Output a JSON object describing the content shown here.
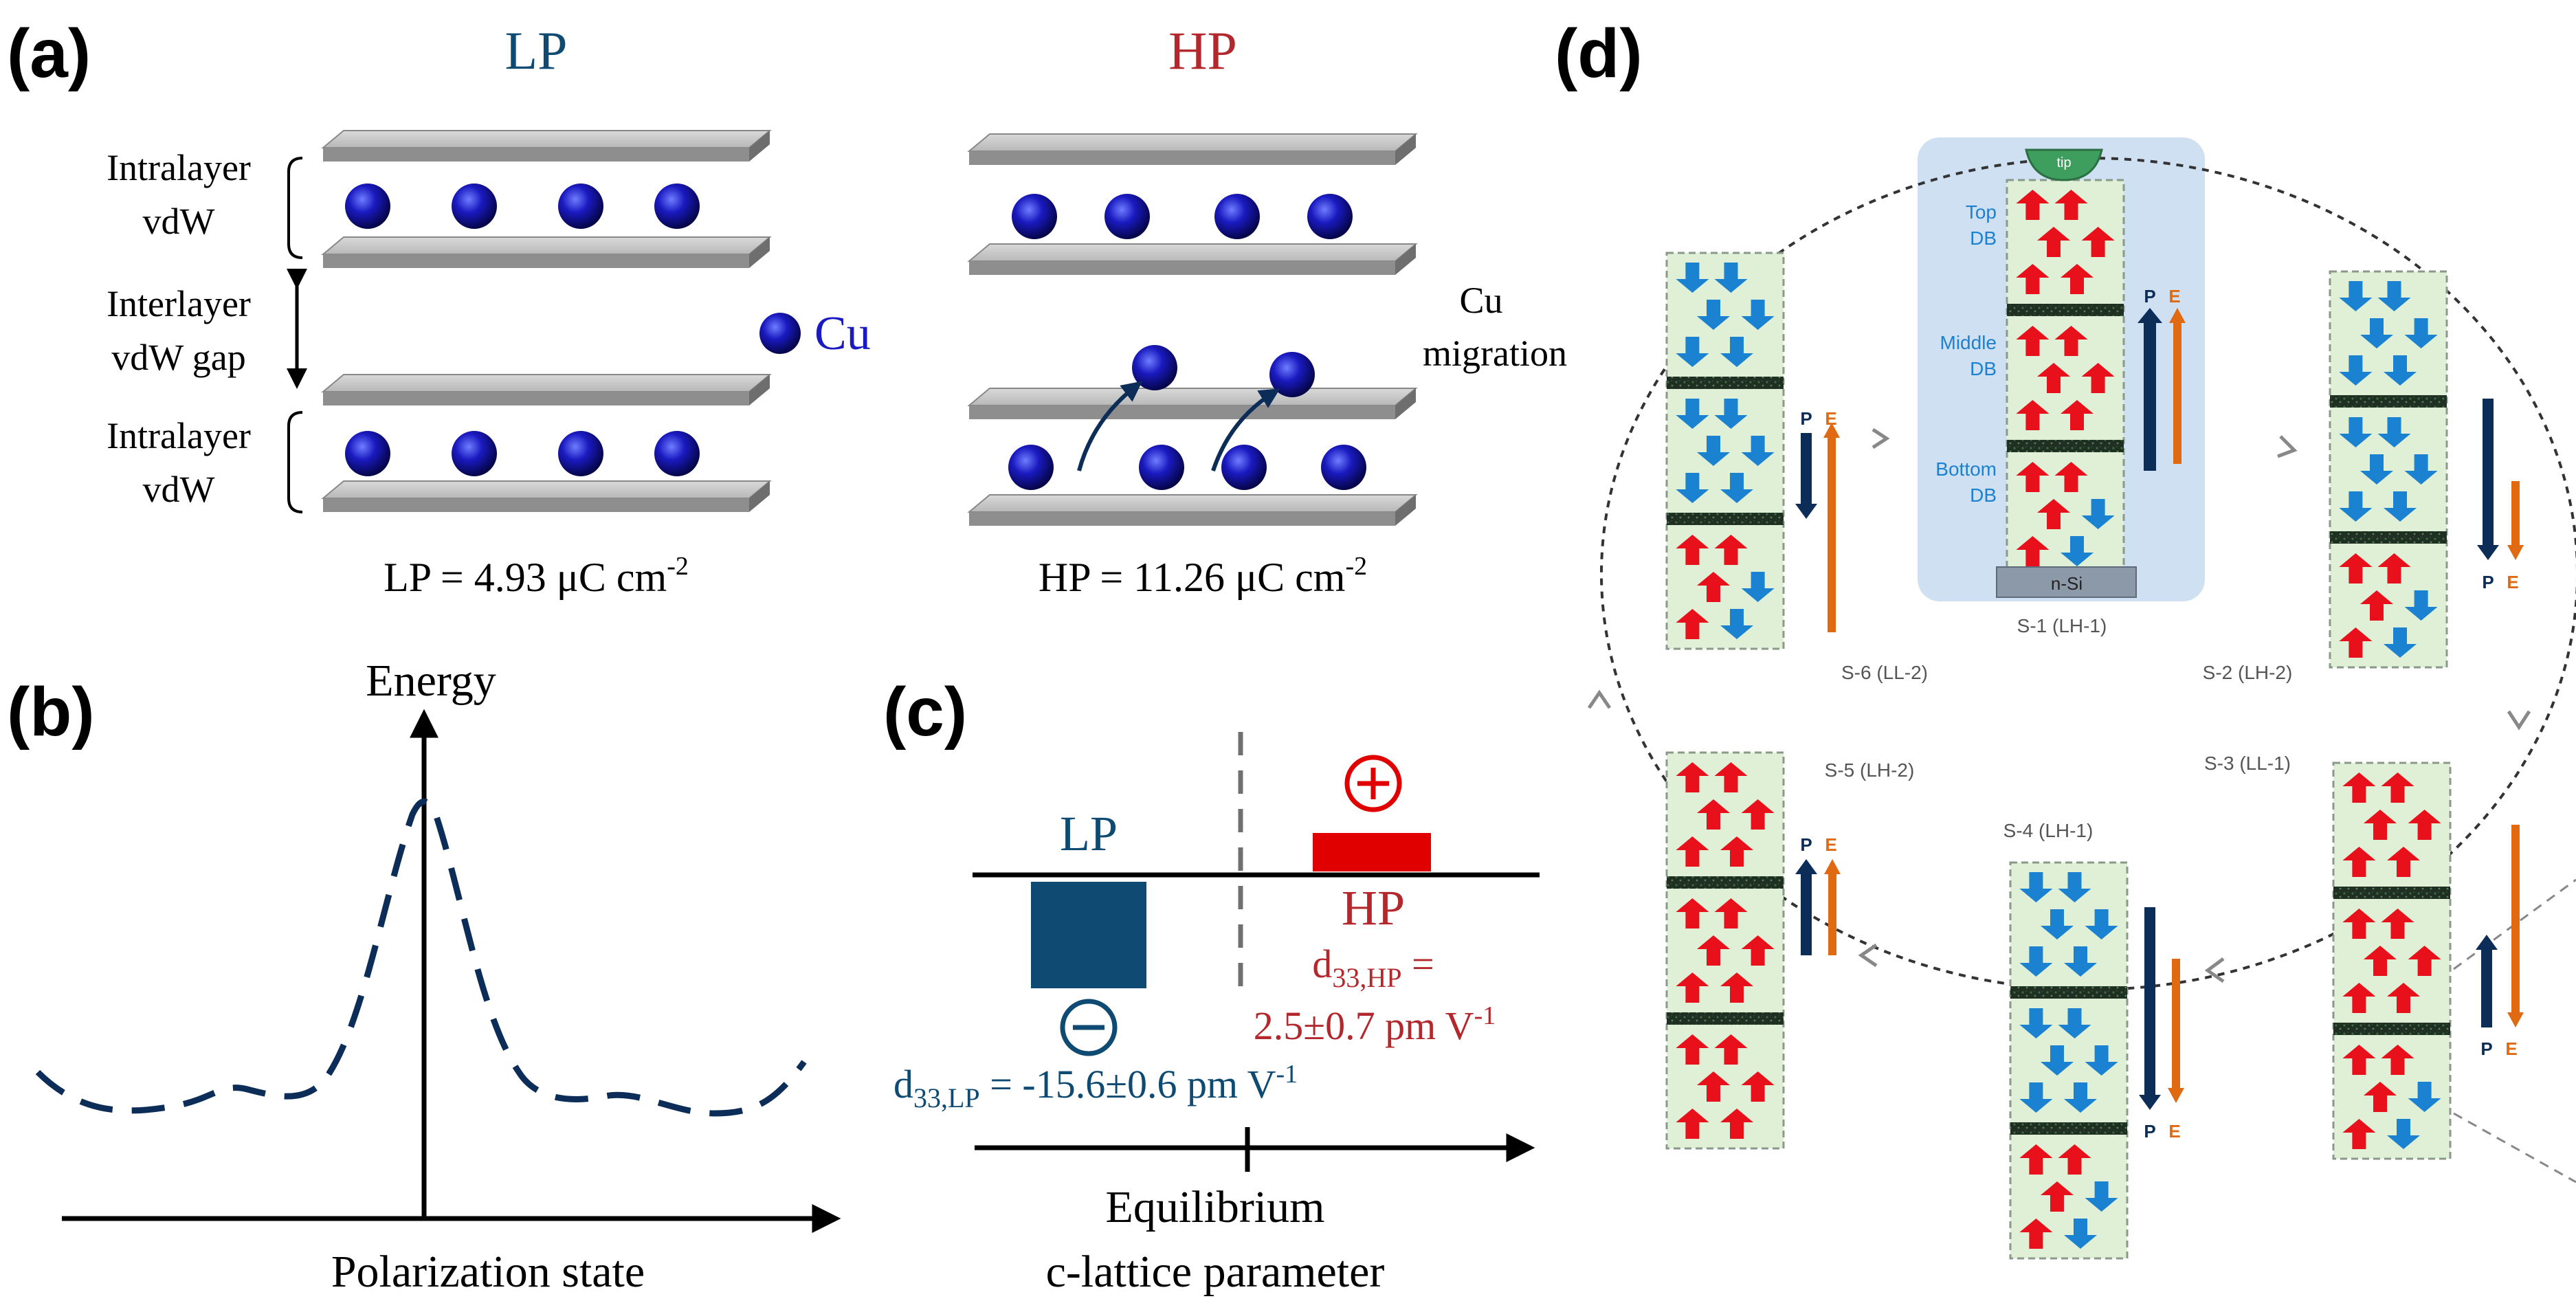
{
  "colors": {
    "lp_blue": "#0e4a72",
    "hp_red": "#b3282d",
    "plate_gray": "#c8c8c8",
    "cu_blue": "#1a1ac0",
    "domain_green": "#dff0d6",
    "arrow_red": "#e8101a",
    "arrow_blue": "#1a82d0",
    "p_navy": "#0c2d57",
    "e_orange": "#e06a12",
    "tip_green": "#3e9e5e",
    "panel_bg": "#cfe0f3"
  },
  "panel_a": {
    "label": "(a)",
    "lp_title": "LP",
    "hp_title": "HP",
    "intralayer_top_1": "Intralayer",
    "intralayer_top_2": "vdW",
    "interlayer_1": "Interlayer",
    "interlayer_2": "vdW gap",
    "intralayer_bot_1": "Intralayer",
    "intralayer_bot_2": "vdW",
    "cu_legend": "Cu",
    "cu_migration_1": "Cu",
    "cu_migration_2": "migration",
    "lp_value_main": "LP = 4.93 μC cm",
    "lp_value_sup": "-2",
    "hp_value_main": "HP = 11.26 μC cm",
    "hp_value_sup": "-2"
  },
  "panel_b": {
    "label": "(b)",
    "y_axis_label": "Energy",
    "x_axis_label": "Polarization state"
  },
  "panel_c": {
    "label": "(c)",
    "lp_label": "LP",
    "hp_label": "HP",
    "plus_symbol": "+",
    "minus_symbol": "−",
    "d33_hp_line1_a": "d",
    "d33_hp_line1_sub": "33,HP",
    "d33_hp_line1_b": " =",
    "d33_hp_line2_a": "2.5±0.7 pm V",
    "d33_hp_line2_sup": "-1",
    "d33_lp_a": "d",
    "d33_lp_sub": "33,LP",
    "d33_lp_b": " = -15.6±0.6 pm V",
    "d33_lp_sup": "-1",
    "x_label_1": "Equilibrium",
    "x_label_2": "c-lattice parameter"
  },
  "panel_d": {
    "label": "(d)",
    "tip_label": "tip",
    "substrate_label": "n-Si",
    "top_db_1": "Top",
    "top_db_2": "DB",
    "middle_db_1": "Middle",
    "middle_db_2": "DB",
    "bottom_db_1": "Bottom",
    "bottom_db_2": "DB",
    "p_letter": "P",
    "e_letter": "E",
    "states": {
      "s1": "S-1 (LH-1)",
      "s2": "S-2 (LH-2)",
      "s3": "S-3 (LL-1)",
      "s4": "S-4 (LH-1)",
      "s5": "S-5 (LH-2)",
      "s6": "S-6 (LL-2)"
    }
  }
}
